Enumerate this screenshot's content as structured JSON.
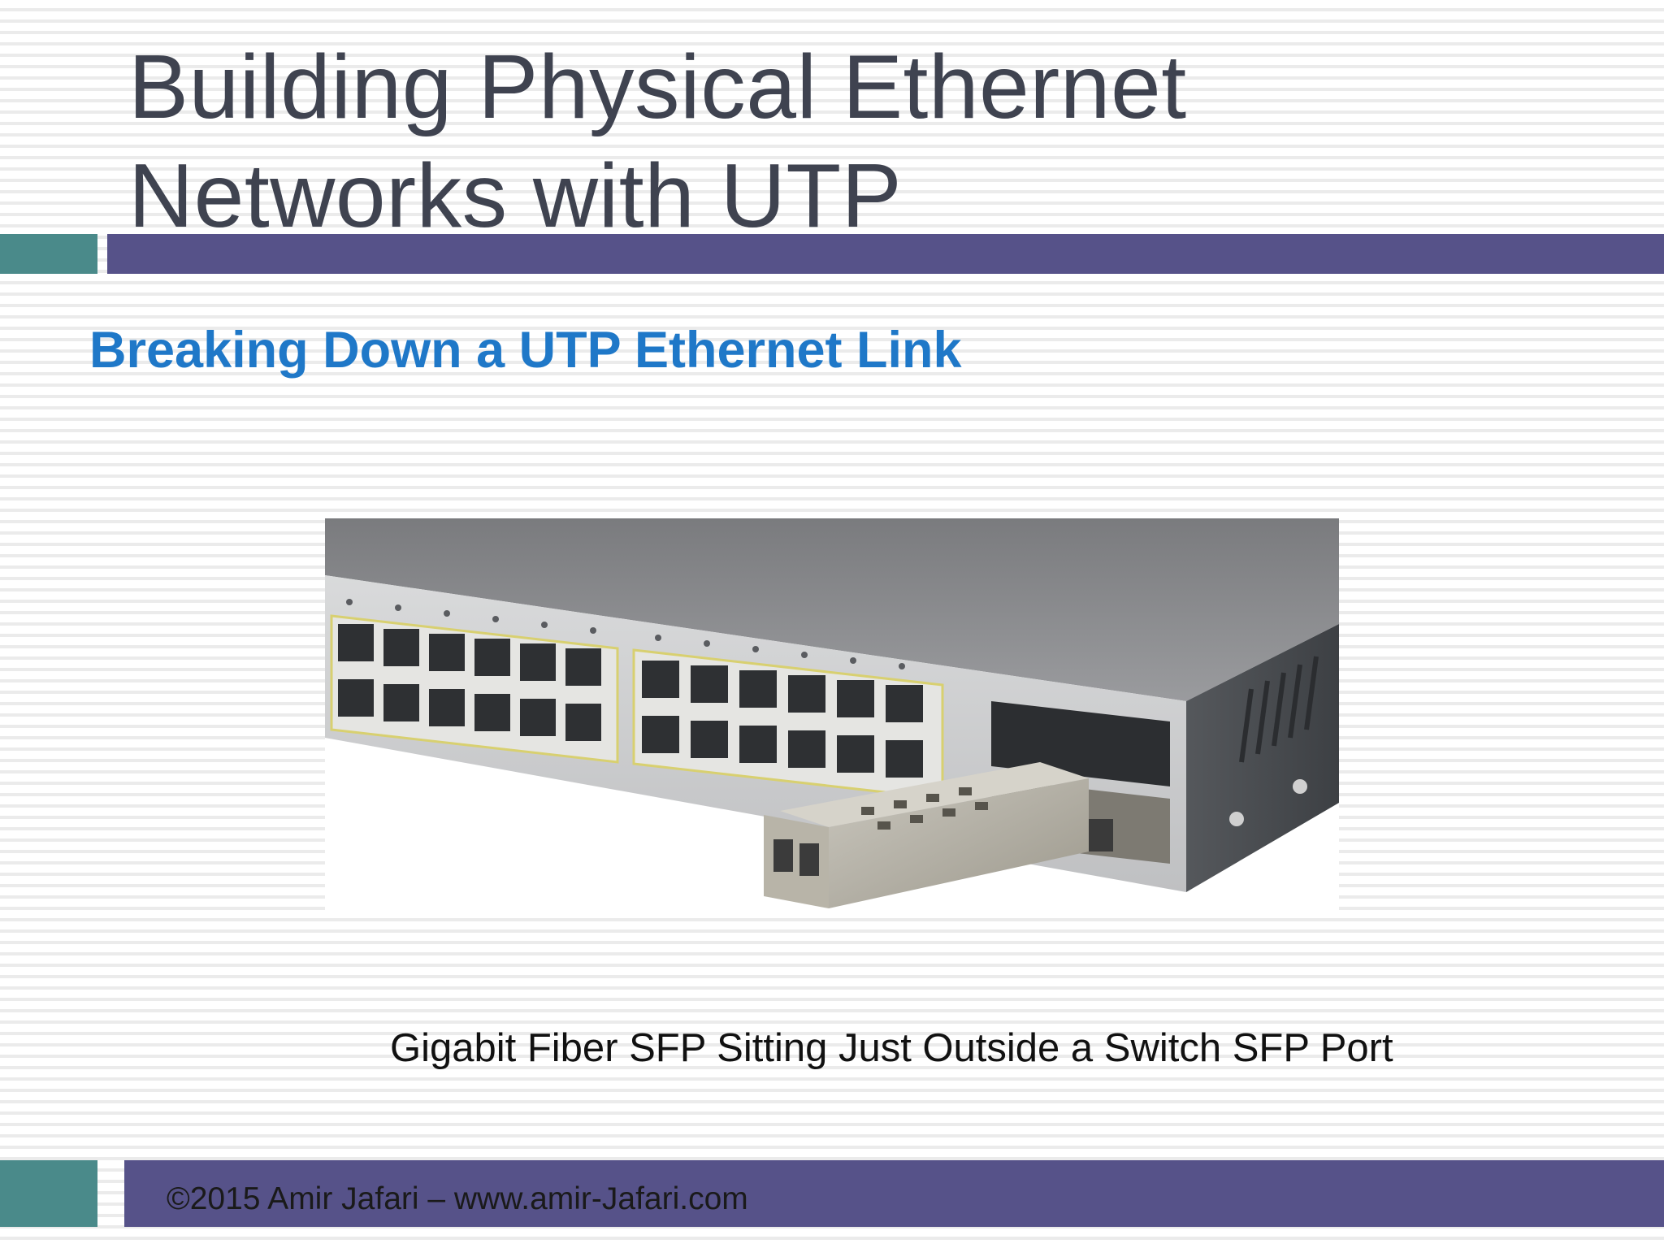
{
  "slide": {
    "title_line1": "Building Physical Ethernet",
    "title_line2": "Networks with UTP",
    "subtitle": "Breaking Down a UTP Ethernet Link",
    "image_caption": "Gigabit Fiber SFP Sitting Just Outside a Switch SFP Port",
    "footer": "©2015 Amir Jafari – www.amir-Jafari.com"
  },
  "colors": {
    "title_text": "#3f4350",
    "subtitle_text": "#1f78c8",
    "bar_main": "#565289",
    "bar_accent": "#4a8a8a"
  },
  "photo": {
    "subject": "network-switch-with-sfp-module",
    "port_rows": 2,
    "ports_per_group": 6,
    "port_groups": 2
  }
}
